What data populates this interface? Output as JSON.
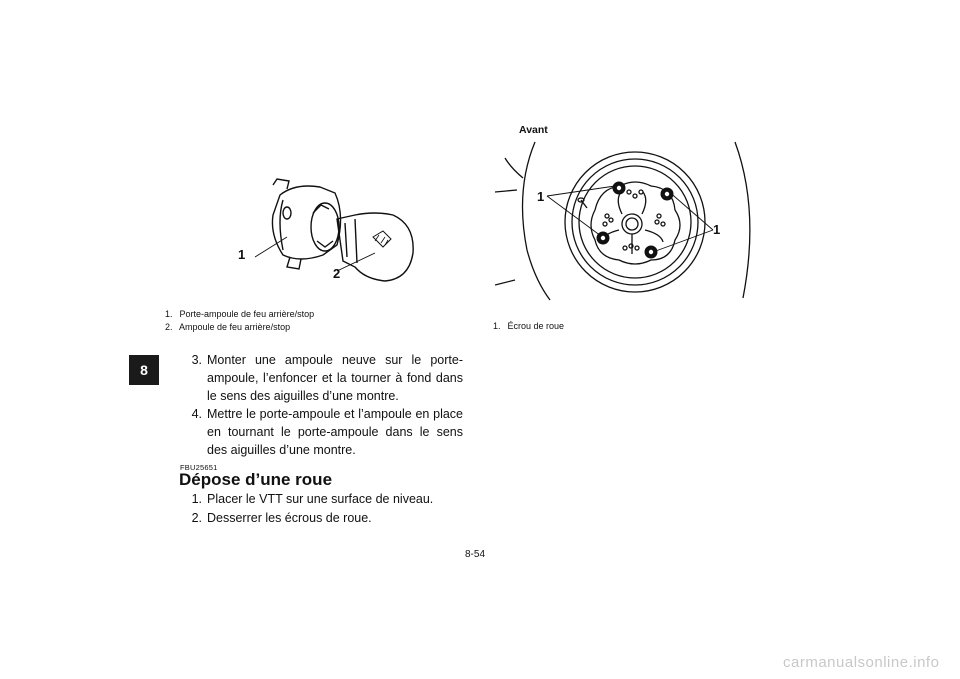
{
  "chapter_tab": "8",
  "left": {
    "figure_callouts": [
      "1",
      "2"
    ],
    "captions": [
      {
        "num": "1.",
        "text": "Porte-ampoule de feu arrière/stop"
      },
      {
        "num": "2.",
        "text": "Ampoule de feu arrière/stop"
      }
    ],
    "steps": [
      {
        "num": "3.",
        "text": "Monter une ampoule neuve sur le porte-ampoule, l’enfoncer et la tourner à fond dans le sens des aiguilles d’une montre."
      },
      {
        "num": "4.",
        "text": "Mettre le porte-ampoule et l’ampoule en place en tournant le porte-ampoule dans le sens des aiguilles d’une montre."
      }
    ],
    "section_code": "FBU25651",
    "section_title": "Dépose d’une roue",
    "steps2": [
      {
        "num": "1.",
        "text": "Placer le VTT sur une surface de niveau."
      },
      {
        "num": "2.",
        "text": "Desserrer les écrous de roue."
      }
    ]
  },
  "right": {
    "figure_label": "Avant",
    "figure_callouts": [
      "1",
      "1"
    ],
    "captions": [
      {
        "num": "1.",
        "text": "Écrou de roue"
      }
    ]
  },
  "page_number": "8-54",
  "watermark": "carmanualsonline.info"
}
